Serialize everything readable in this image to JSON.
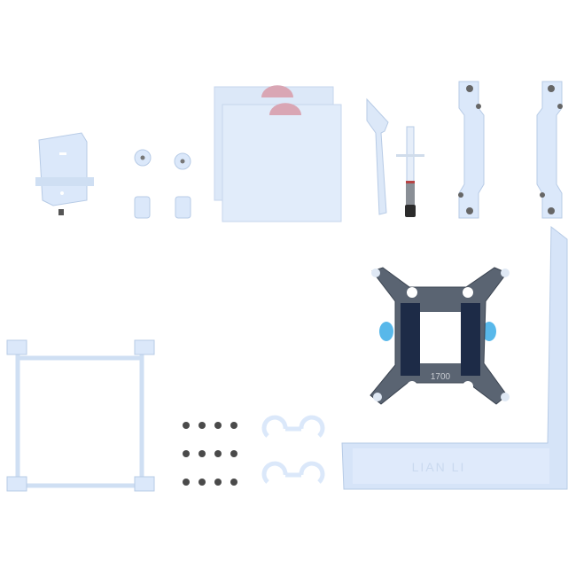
{
  "scene": {
    "description": "CPU cooler mounting kit accessories laid out on white background",
    "background": "#ffffff",
    "part_color": "#dbe8fa",
    "part_edge": "#b7cbe6",
    "backplate_color": "#26344a",
    "tab_color": "#58b8ea"
  },
  "labels": {
    "backplate_marking": "1700",
    "bracket_marking": "LIAN LI"
  },
  "parts": [
    {
      "name": "bracket-with-screw"
    },
    {
      "name": "standoffs-x4"
    },
    {
      "name": "thermal-pads-x2"
    },
    {
      "name": "spatula"
    },
    {
      "name": "thermal-paste-syringe"
    },
    {
      "name": "mounting-bars-x2"
    },
    {
      "name": "backplate-1700"
    },
    {
      "name": "l-bracket"
    },
    {
      "name": "frame"
    },
    {
      "name": "screws-x12"
    },
    {
      "name": "cable-clips-x2"
    }
  ]
}
